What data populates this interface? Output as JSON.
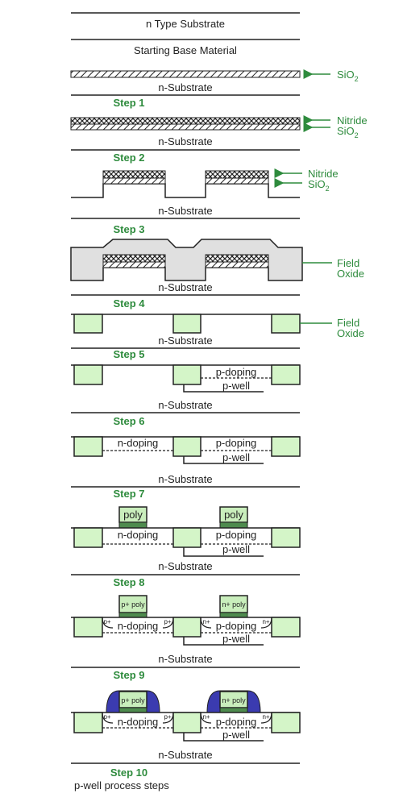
{
  "header": {
    "substrate_title": "n Type Substrate",
    "starting_material": "Starting Base Material"
  },
  "labels": {
    "n_substrate": "n-Substrate",
    "sio2": "SiO",
    "sio2_sub": "2",
    "nitride": "Nitride",
    "field_oxide_1": "Field",
    "field_oxide_2": "Oxide",
    "p_doping": "p-doping",
    "p_well": "p-well",
    "n_doping": "n-doping",
    "poly": "poly",
    "p_plus_poly": "p+ poly",
    "n_plus_poly": "n+ poly",
    "p_plus": "p+",
    "n_plus": "n+"
  },
  "steps": [
    "Step 1",
    "Step 2",
    "Step 3",
    "Step 4",
    "Step 5",
    "Step 6",
    "Step 7",
    "Step 8",
    "Step 9",
    "Step 10"
  ],
  "caption": "p-well process steps",
  "colors": {
    "green_text": "#2e8b3d",
    "field_oxide_fill": "#d4f5c8",
    "poly_fill": "#c9eebc",
    "gate_oxide_fill": "#4e8b4e",
    "spacer_fill": "#3b3bb0",
    "grey_oxide_fill": "#e0e0e0"
  }
}
